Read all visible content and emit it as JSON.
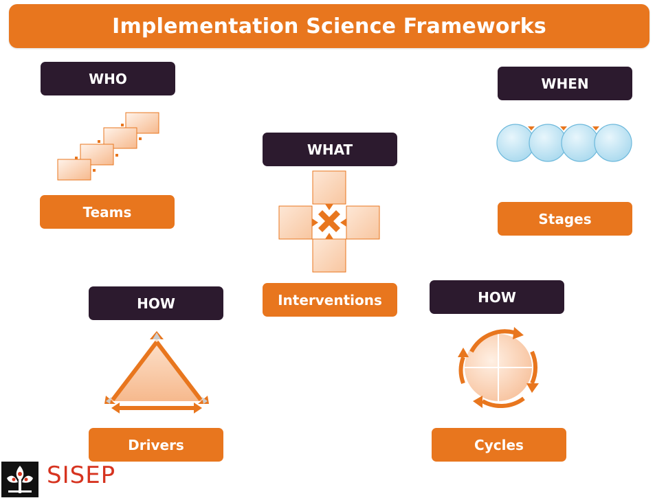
{
  "title": "Implementation Science Frameworks",
  "frameworks": {
    "who": {
      "header": "WHO",
      "label": "Teams",
      "icon": "stacked-cards-icon"
    },
    "what": {
      "header": "WHAT",
      "label": "Interventions",
      "icon": "converging-arrows-icon"
    },
    "when": {
      "header": "WHEN",
      "label": "Stages",
      "icon": "linked-circles-icon"
    },
    "how_drivers": {
      "header": "HOW",
      "label": "Drivers",
      "icon": "triangle-arrows-icon"
    },
    "how_cycles": {
      "header": "HOW",
      "label": "Cycles",
      "icon": "circular-cycle-icon"
    }
  },
  "logo": {
    "text": "SISEP"
  },
  "colors": {
    "accent": "#e8761e",
    "dark": "#2c1a2e",
    "light_fill": "#fbd9c0",
    "stage_fill": "#bfe4f5",
    "logo_red": "#d6331f"
  }
}
